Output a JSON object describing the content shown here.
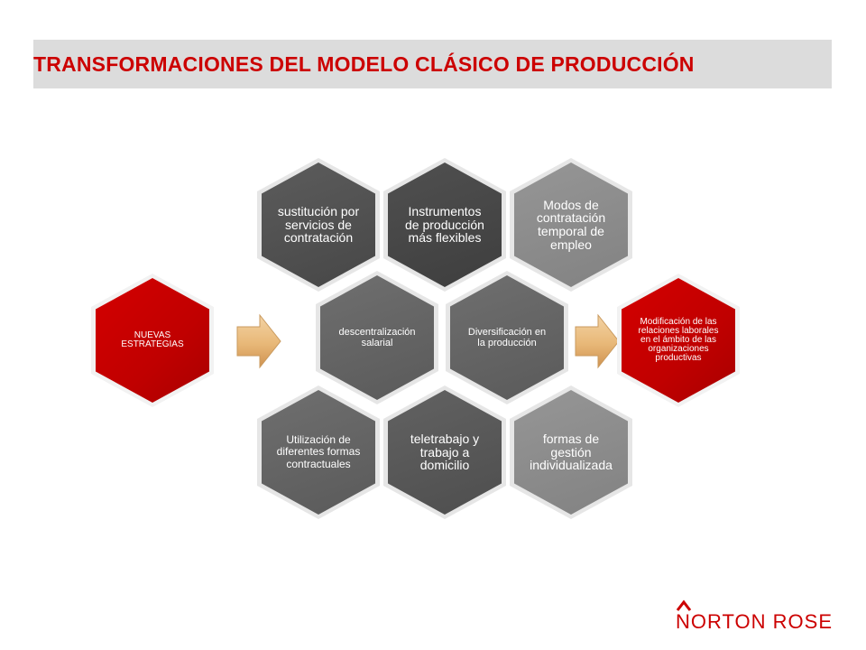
{
  "slide": {
    "title": "TRANSFORMACIONES DEL MODELO CLÁSICO DE PRODUCCIÓN"
  },
  "diagram": {
    "left_node": "NUEVAS ESTRATEGIAS",
    "right_node": "Modificación de las relaciones laborales en el ámbito de las organizaciones productivas",
    "top_row": [
      "sustitución por servicios de contratación",
      "Instrumentos de producción más flexibles",
      "Modos de contratación temporal de empleo"
    ],
    "middle_row": [
      "descentralización salarial",
      "Diversificación en la producción"
    ],
    "bottom_row": [
      "Utilización de diferentes formas contractuales",
      "teletrabajo y trabajo a domicilio",
      "formas de gestión individualizada"
    ]
  },
  "colors": {
    "title": "#cc0000",
    "accent_red": "#c00000",
    "hex_dark": "#4f4f4f",
    "hex_mid": "#636363",
    "hex_light": "#8c8c8c",
    "arrow": "#e8b878"
  },
  "logo": {
    "name": "NORTON ROSE"
  }
}
